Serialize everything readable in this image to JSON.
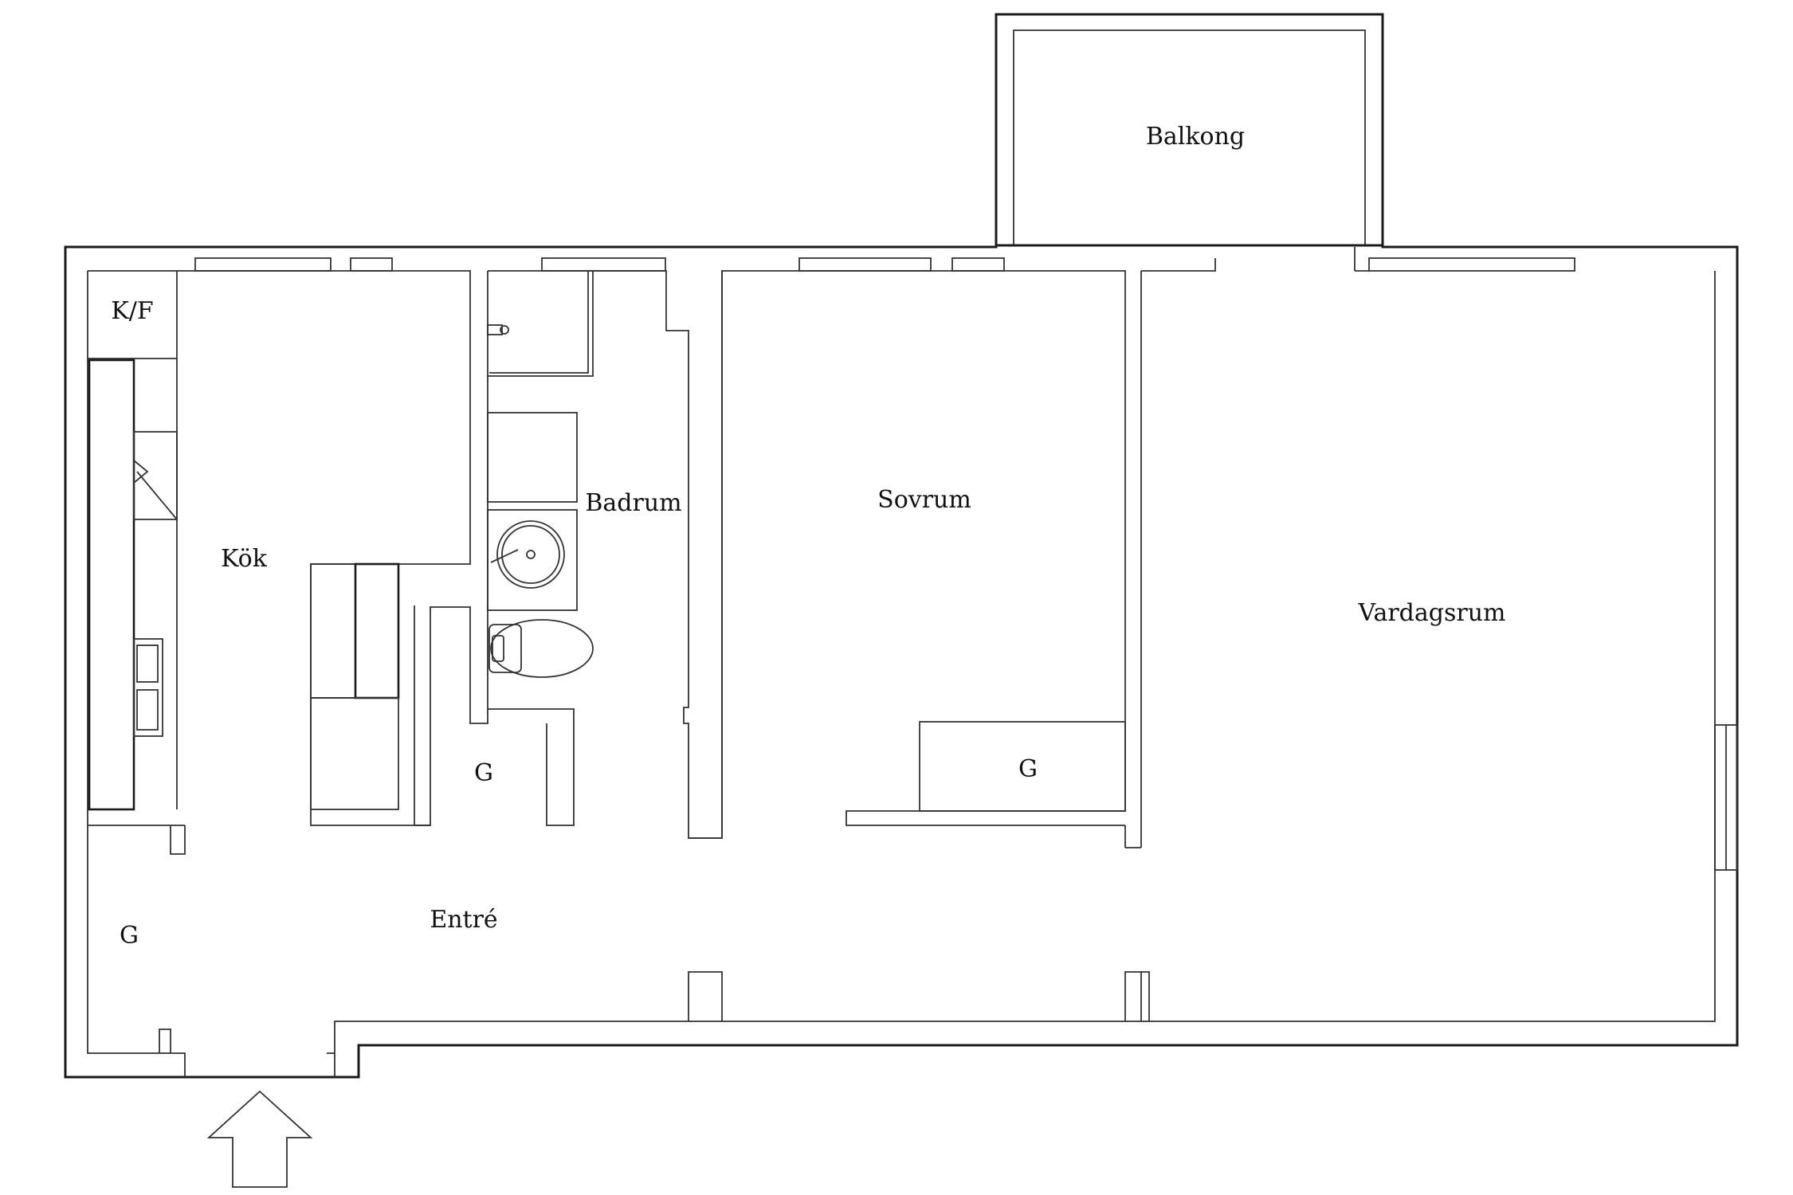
{
  "rooms": {
    "balcony": "Balkong",
    "fridge_freezer": "K/F",
    "kitchen": "Kök",
    "bathroom": "Badrum",
    "bedroom": "Sovrum",
    "living_room": "Vardagsrum",
    "hall": "Entré",
    "wardrobe_hall": "G",
    "wardrobe_entrance": "G",
    "wardrobe_bedroom": "G"
  },
  "colors": {
    "line": "#1a1a1a",
    "background": "#ffffff"
  },
  "icons": {
    "entrance": "entrance-arrow-icon"
  }
}
